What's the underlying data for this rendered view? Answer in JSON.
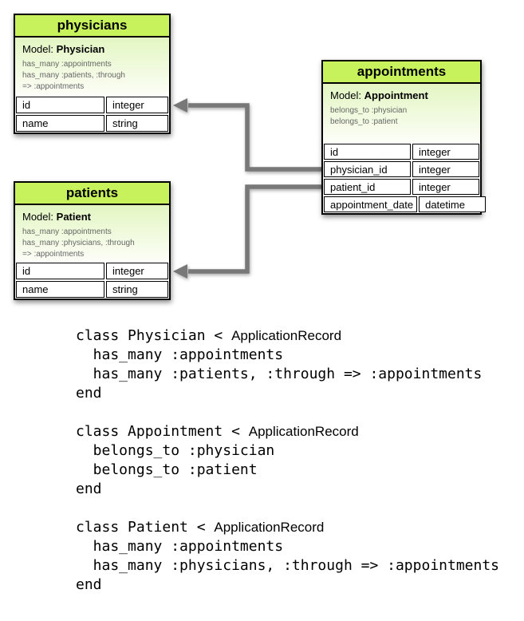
{
  "diagram": {
    "colors": {
      "table_header_green": "#c8f25c",
      "model_gradient_top": "#e3f6c2",
      "connector_gray": "#787878",
      "table_border": "#000000",
      "association_text": "#666666"
    },
    "tables": {
      "physicians": {
        "title": "physicians",
        "model_label": "Model:",
        "model_name": "Physician",
        "associations": [
          "has_many :appointments",
          "has_many :patients, :through",
          "=> :appointments"
        ],
        "columns": [
          {
            "name": "id",
            "type": "integer"
          },
          {
            "name": "name",
            "type": "string"
          }
        ]
      },
      "appointments": {
        "title": "appointments",
        "model_label": "Model:",
        "model_name": "Appointment",
        "associations": [
          "belongs_to :physician",
          "belongs_to :patient"
        ],
        "columns": [
          {
            "name": "id",
            "type": "integer"
          },
          {
            "name": "physician_id",
            "type": "integer"
          },
          {
            "name": "patient_id",
            "type": "integer"
          },
          {
            "name": "appointment_date",
            "type": "datetime"
          }
        ]
      },
      "patients": {
        "title": "patients",
        "model_label": "Model:",
        "model_name": "Patient",
        "associations": [
          "has_many :appointments",
          "has_many :physicians, :through",
          "=> :appointments"
        ],
        "columns": [
          {
            "name": "id",
            "type": "integer"
          },
          {
            "name": "name",
            "type": "string"
          }
        ]
      }
    },
    "connectors": [
      {
        "from": "appointments.physician_id",
        "to": "physicians.id"
      },
      {
        "from": "appointments.patient_id",
        "to": "patients.id"
      }
    ]
  },
  "code": {
    "blocks": [
      {
        "class_prefix": "class Physician < ",
        "superclass": "ApplicationRecord",
        "lines": [
          "  has_many :appointments",
          "  has_many :patients, :through => :appointments"
        ],
        "end": "end"
      },
      {
        "class_prefix": "class Appointment < ",
        "superclass": "ApplicationRecord",
        "lines": [
          "  belongs_to :physician",
          "  belongs_to :patient"
        ],
        "end": "end"
      },
      {
        "class_prefix": "class Patient < ",
        "superclass": "ApplicationRecord",
        "lines": [
          "  has_many :appointments",
          "  has_many :physicians, :through => :appointments"
        ],
        "end": "end"
      }
    ]
  }
}
